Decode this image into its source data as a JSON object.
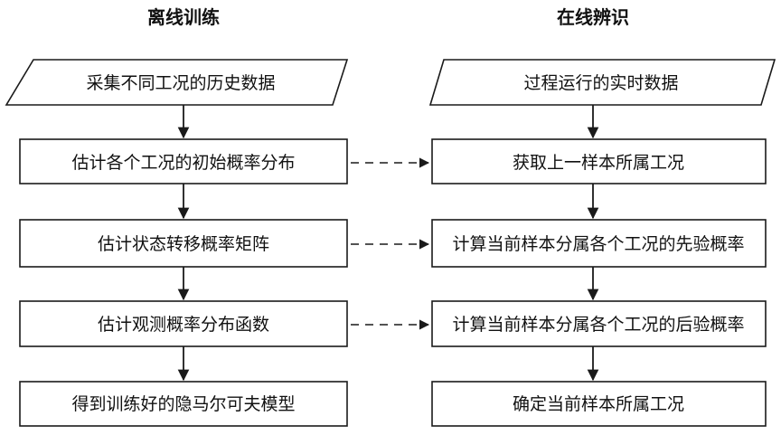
{
  "headers": {
    "offline": "离线训练",
    "online": "在线辨识"
  },
  "offline": {
    "input": "采集不同工况的历史数据",
    "steps": [
      "估计各个工况的初始概率分布",
      "估计状态转移概率矩阵",
      "估计观测概率分布函数",
      "得到训练好的隐马尔可夫模型"
    ]
  },
  "online": {
    "input": "过程运行的实时数据",
    "steps": [
      "获取上一样本所属工况",
      "计算当前样本分属各个工况的先验概率",
      "计算当前样本分属各个工况的后验概率",
      "确定当前样本所属工况"
    ]
  }
}
